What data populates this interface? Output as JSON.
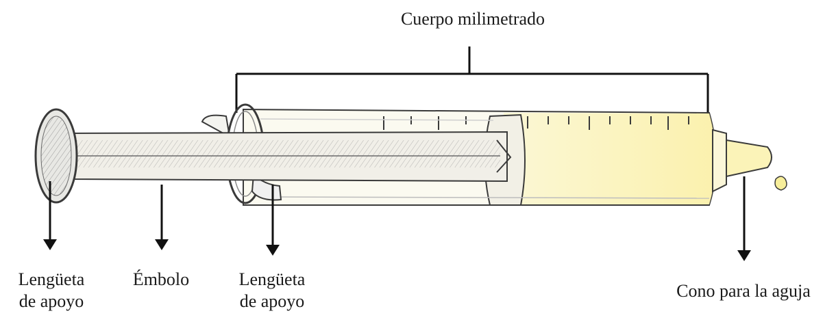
{
  "labels": {
    "cuerpo": "Cuerpo milimetrado",
    "lengueta_1_line1": "Lengüeta",
    "lengueta_1_line2": "de apoyo",
    "embolo": "Émbolo",
    "lengueta_2_line1": "Lengüeta",
    "lengueta_2_line2": "de apoyo",
    "cono": "Cono para la aguja"
  },
  "colors": {
    "ink": "#2a2a2a",
    "barrel_fill": "#f6f3d6",
    "liquid": "#f7ee9a",
    "plunger_fill": "#f1efe8"
  }
}
